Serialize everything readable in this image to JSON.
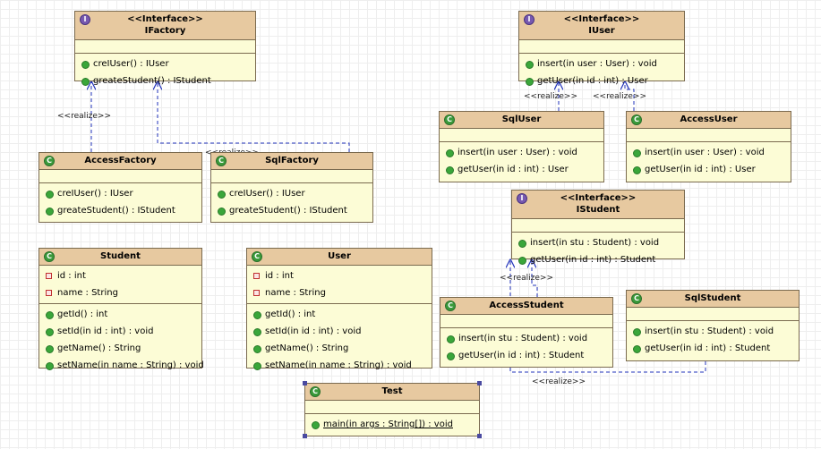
{
  "realize_label": "<<realize>>",
  "classes": {
    "ifactory": {
      "stereotype": "<<Interface>>",
      "name": "IFactory",
      "attributes": [],
      "methods": [
        "creIUser() : IUser",
        "greateStudent() : IStudent"
      ]
    },
    "iuser": {
      "stereotype": "<<Interface>>",
      "name": "IUser",
      "attributes": [],
      "methods": [
        "insert(in user : User) : void",
        "getUser(in id : int) : User"
      ]
    },
    "sqluser": {
      "name": "SqlUser",
      "attributes": [],
      "methods": [
        "insert(in user : User) : void",
        "getUser(in id : int) : User"
      ]
    },
    "accessuser": {
      "name": "AccessUser",
      "attributes": [],
      "methods": [
        "insert(in user : User) : void",
        "getUser(in id : int) : User"
      ]
    },
    "accessfactory": {
      "name": "AccessFactory",
      "attributes": [],
      "methods": [
        "creIUser() : IUser",
        "greateStudent() : IStudent"
      ]
    },
    "sqlfactory": {
      "name": "SqlFactory",
      "attributes": [],
      "methods": [
        "creIUser() : IUser",
        "greateStudent() : IStudent"
      ]
    },
    "istudent": {
      "stereotype": "<<Interface>>",
      "name": "IStudent",
      "attributes": [],
      "methods": [
        "insert(in stu : Student) : void",
        "getUser(in id : int) : Student"
      ]
    },
    "student": {
      "name": "Student",
      "attributes": [
        "id : int",
        "name : String"
      ],
      "methods": [
        "getId() : int",
        "setId(in id : int) : void",
        "getName() : String",
        "setName(in name : String) : void"
      ]
    },
    "user": {
      "name": "User",
      "attributes": [
        "id : int",
        "name : String"
      ],
      "methods": [
        "getId() : int",
        "setId(in id : int) : void",
        "getName() : String",
        "setName(in name : String) : void"
      ]
    },
    "accessstudent": {
      "name": "AccessStudent",
      "attributes": [],
      "methods": [
        "insert(in stu : Student) : void",
        "getUser(in id : int) : Student"
      ]
    },
    "sqlstudent": {
      "name": "SqlStudent",
      "attributes": [],
      "methods": [
        "insert(in stu : Student) : void",
        "getUser(in id : int) : Student"
      ]
    },
    "test": {
      "name": "Test",
      "attributes": [],
      "methods": [
        "main(in args : String[]) : void"
      ]
    }
  }
}
